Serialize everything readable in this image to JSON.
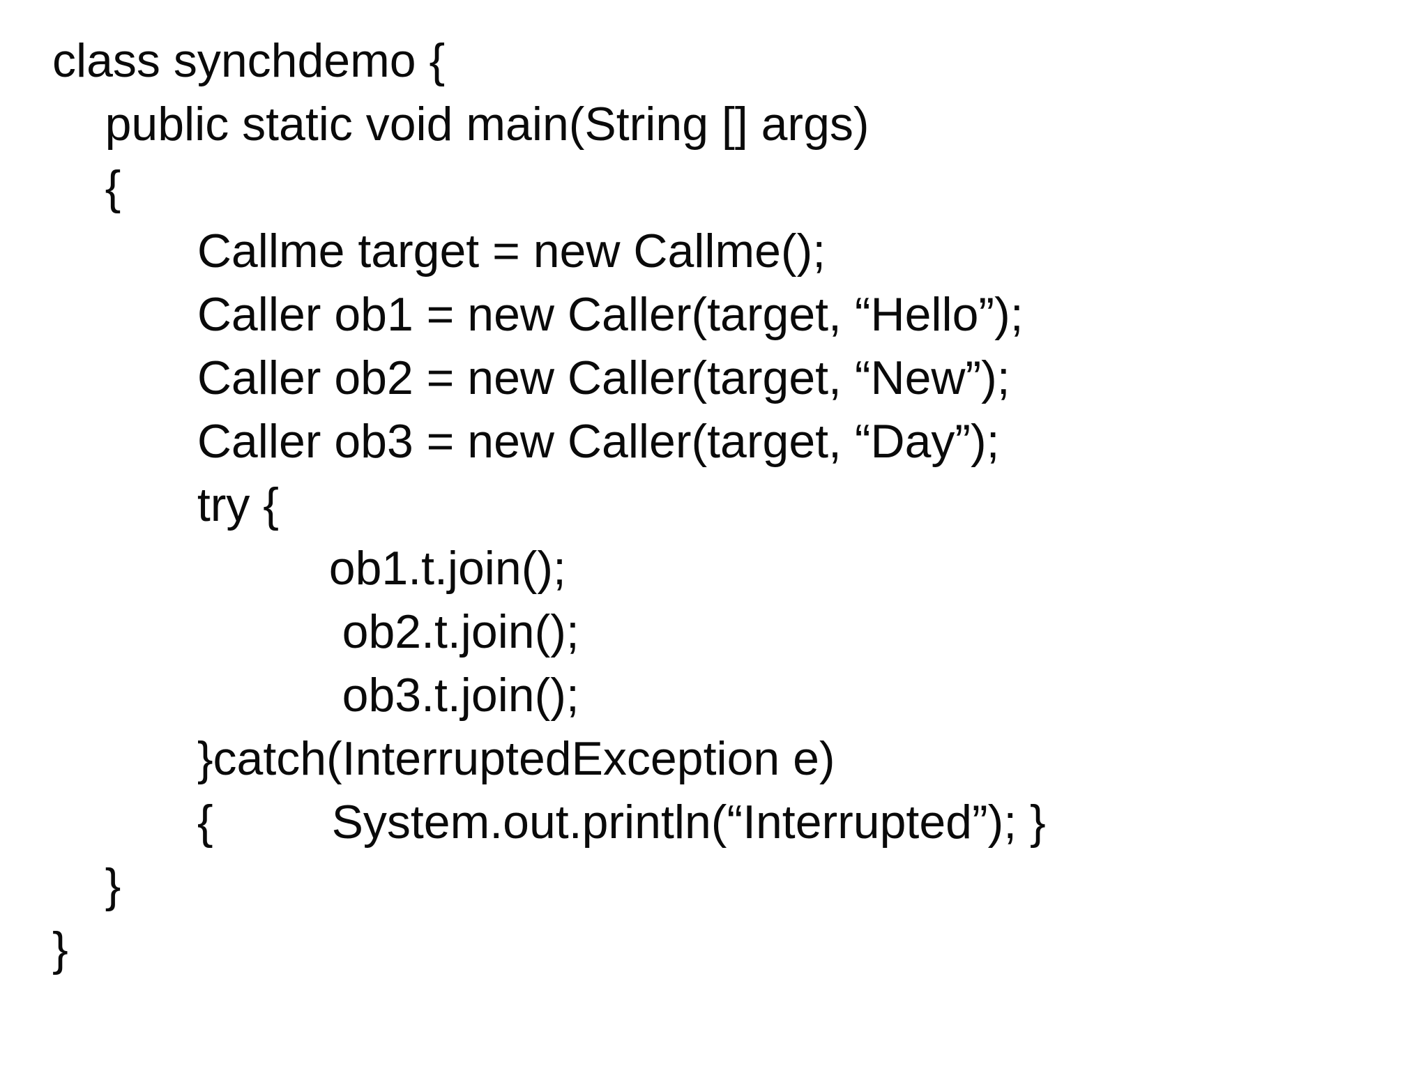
{
  "page": {
    "background_color": "#ffffff",
    "text_color": "#0a0a0a"
  },
  "code": {
    "language": "java",
    "class_name": "synchdemo",
    "lines": [
      "class synchdemo {",
      "    public static void main(String [] args)",
      "    {",
      "           Callme target = new Callme();",
      "           Caller ob1 = new Caller(target, “Hello”);",
      "           Caller ob2 = new Caller(target, “New”);",
      "           Caller ob3 = new Caller(target, “Day”);",
      "           try {",
      "                     ob1.t.join();",
      "                      ob2.t.join();",
      "                      ob3.t.join();",
      "           }catch(InterruptedException e)",
      "           {         System.out.println(“Interrupted”); }",
      "    }",
      "}"
    ]
  }
}
